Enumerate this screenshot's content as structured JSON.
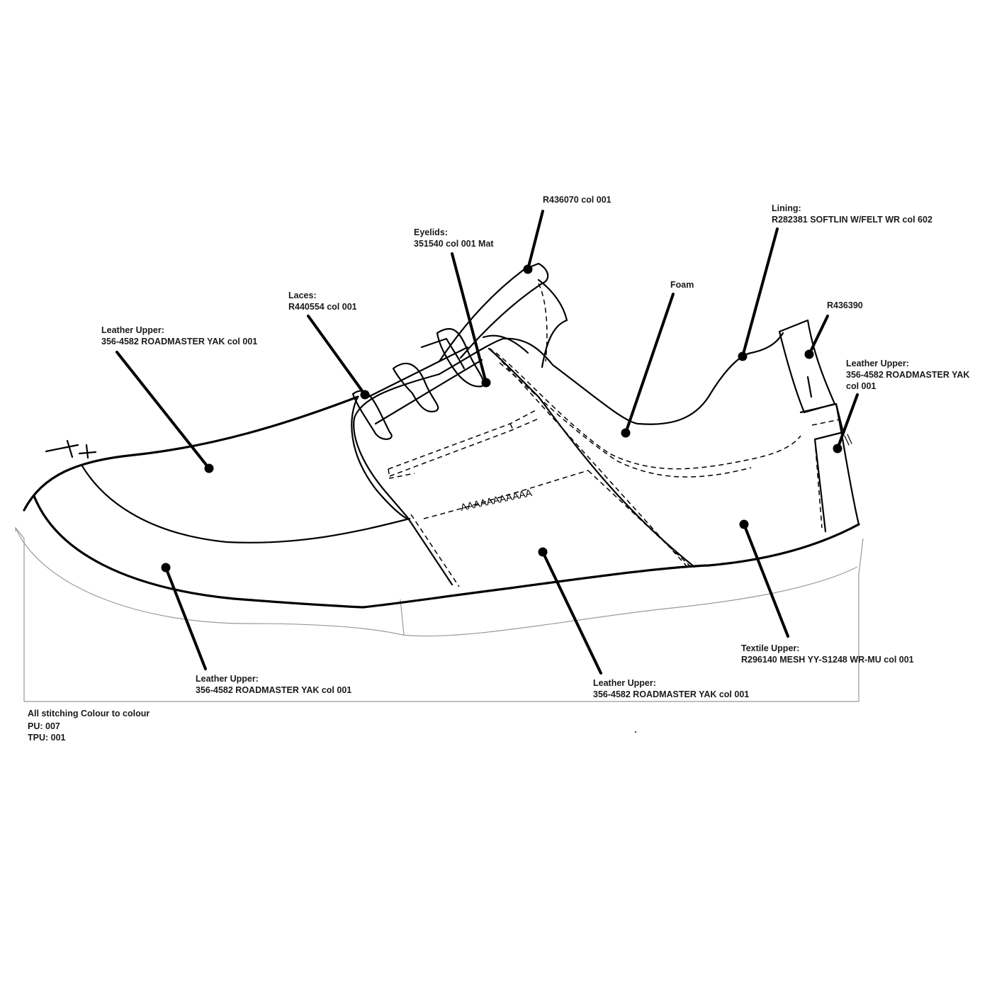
{
  "callouts": {
    "r436070": {
      "lines": [
        "R436070 col 001"
      ]
    },
    "lining": {
      "lines": [
        "Lining:",
        "R282381 SOFTLIN W/FELT WR col 602"
      ]
    },
    "eyelids": {
      "lines": [
        "Eyelids:",
        "351540 col 001 Mat"
      ]
    },
    "foam": {
      "lines": [
        "Foam"
      ]
    },
    "laces": {
      "lines": [
        "Laces:",
        "R440554 col 001"
      ]
    },
    "r436390": {
      "lines": [
        "R436390"
      ]
    },
    "leather_upper_top": {
      "lines": [
        "Leather Upper:",
        "356-4582 ROADMASTER YAK col 001"
      ]
    },
    "leather_upper_heel": {
      "lines": [
        "Leather Upper:",
        "356-4582 ROADMASTER YAK",
        "col 001"
      ]
    },
    "leather_upper_toe": {
      "lines": [
        "Leather Upper:",
        "356-4582 ROADMASTER YAK col 001"
      ]
    },
    "leather_upper_side": {
      "lines": [
        "Leather Upper:",
        "356-4582 ROADMASTER YAK col 001"
      ]
    },
    "textile_upper": {
      "lines": [
        "Textile Upper:",
        "R296140 MESH YY-S1248 WR-MU col 001"
      ]
    }
  },
  "notes": {
    "stitching": "All stitching Colour to colour",
    "pu": "PU: 007",
    "tpu": "TPU: 001"
  },
  "stitch_zigzag": "AAAAAAAAAAA"
}
